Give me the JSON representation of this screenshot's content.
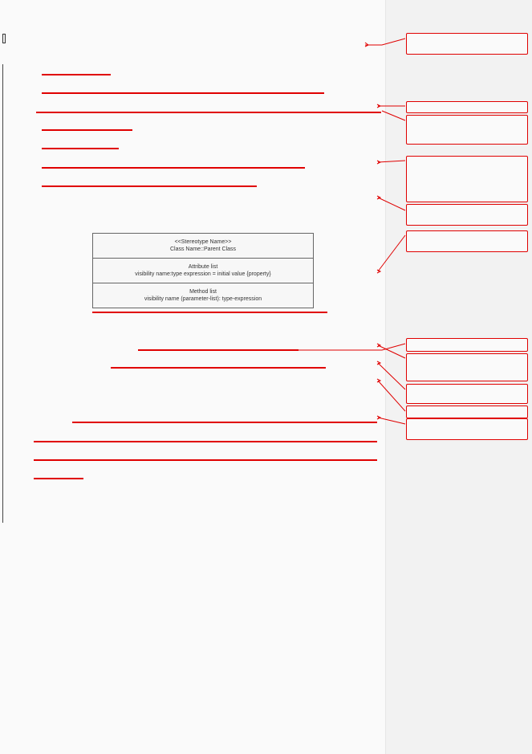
{
  "uml_class": {
    "stereotype_line": "<<Stereotype Name>>",
    "class_line": "Class Name::Parent Class",
    "attributes_title": "Attribute list",
    "attributes_line": "visibility name:type expression = initial value {property}",
    "methods_title": "Method list",
    "methods_line": "visibility name (parameter-list): type-expression"
  },
  "colors": {
    "revision_mark": "#e00000",
    "page_background": "#fafafa",
    "margin_background": "#f2f2f2",
    "uml_border": "#666666"
  }
}
